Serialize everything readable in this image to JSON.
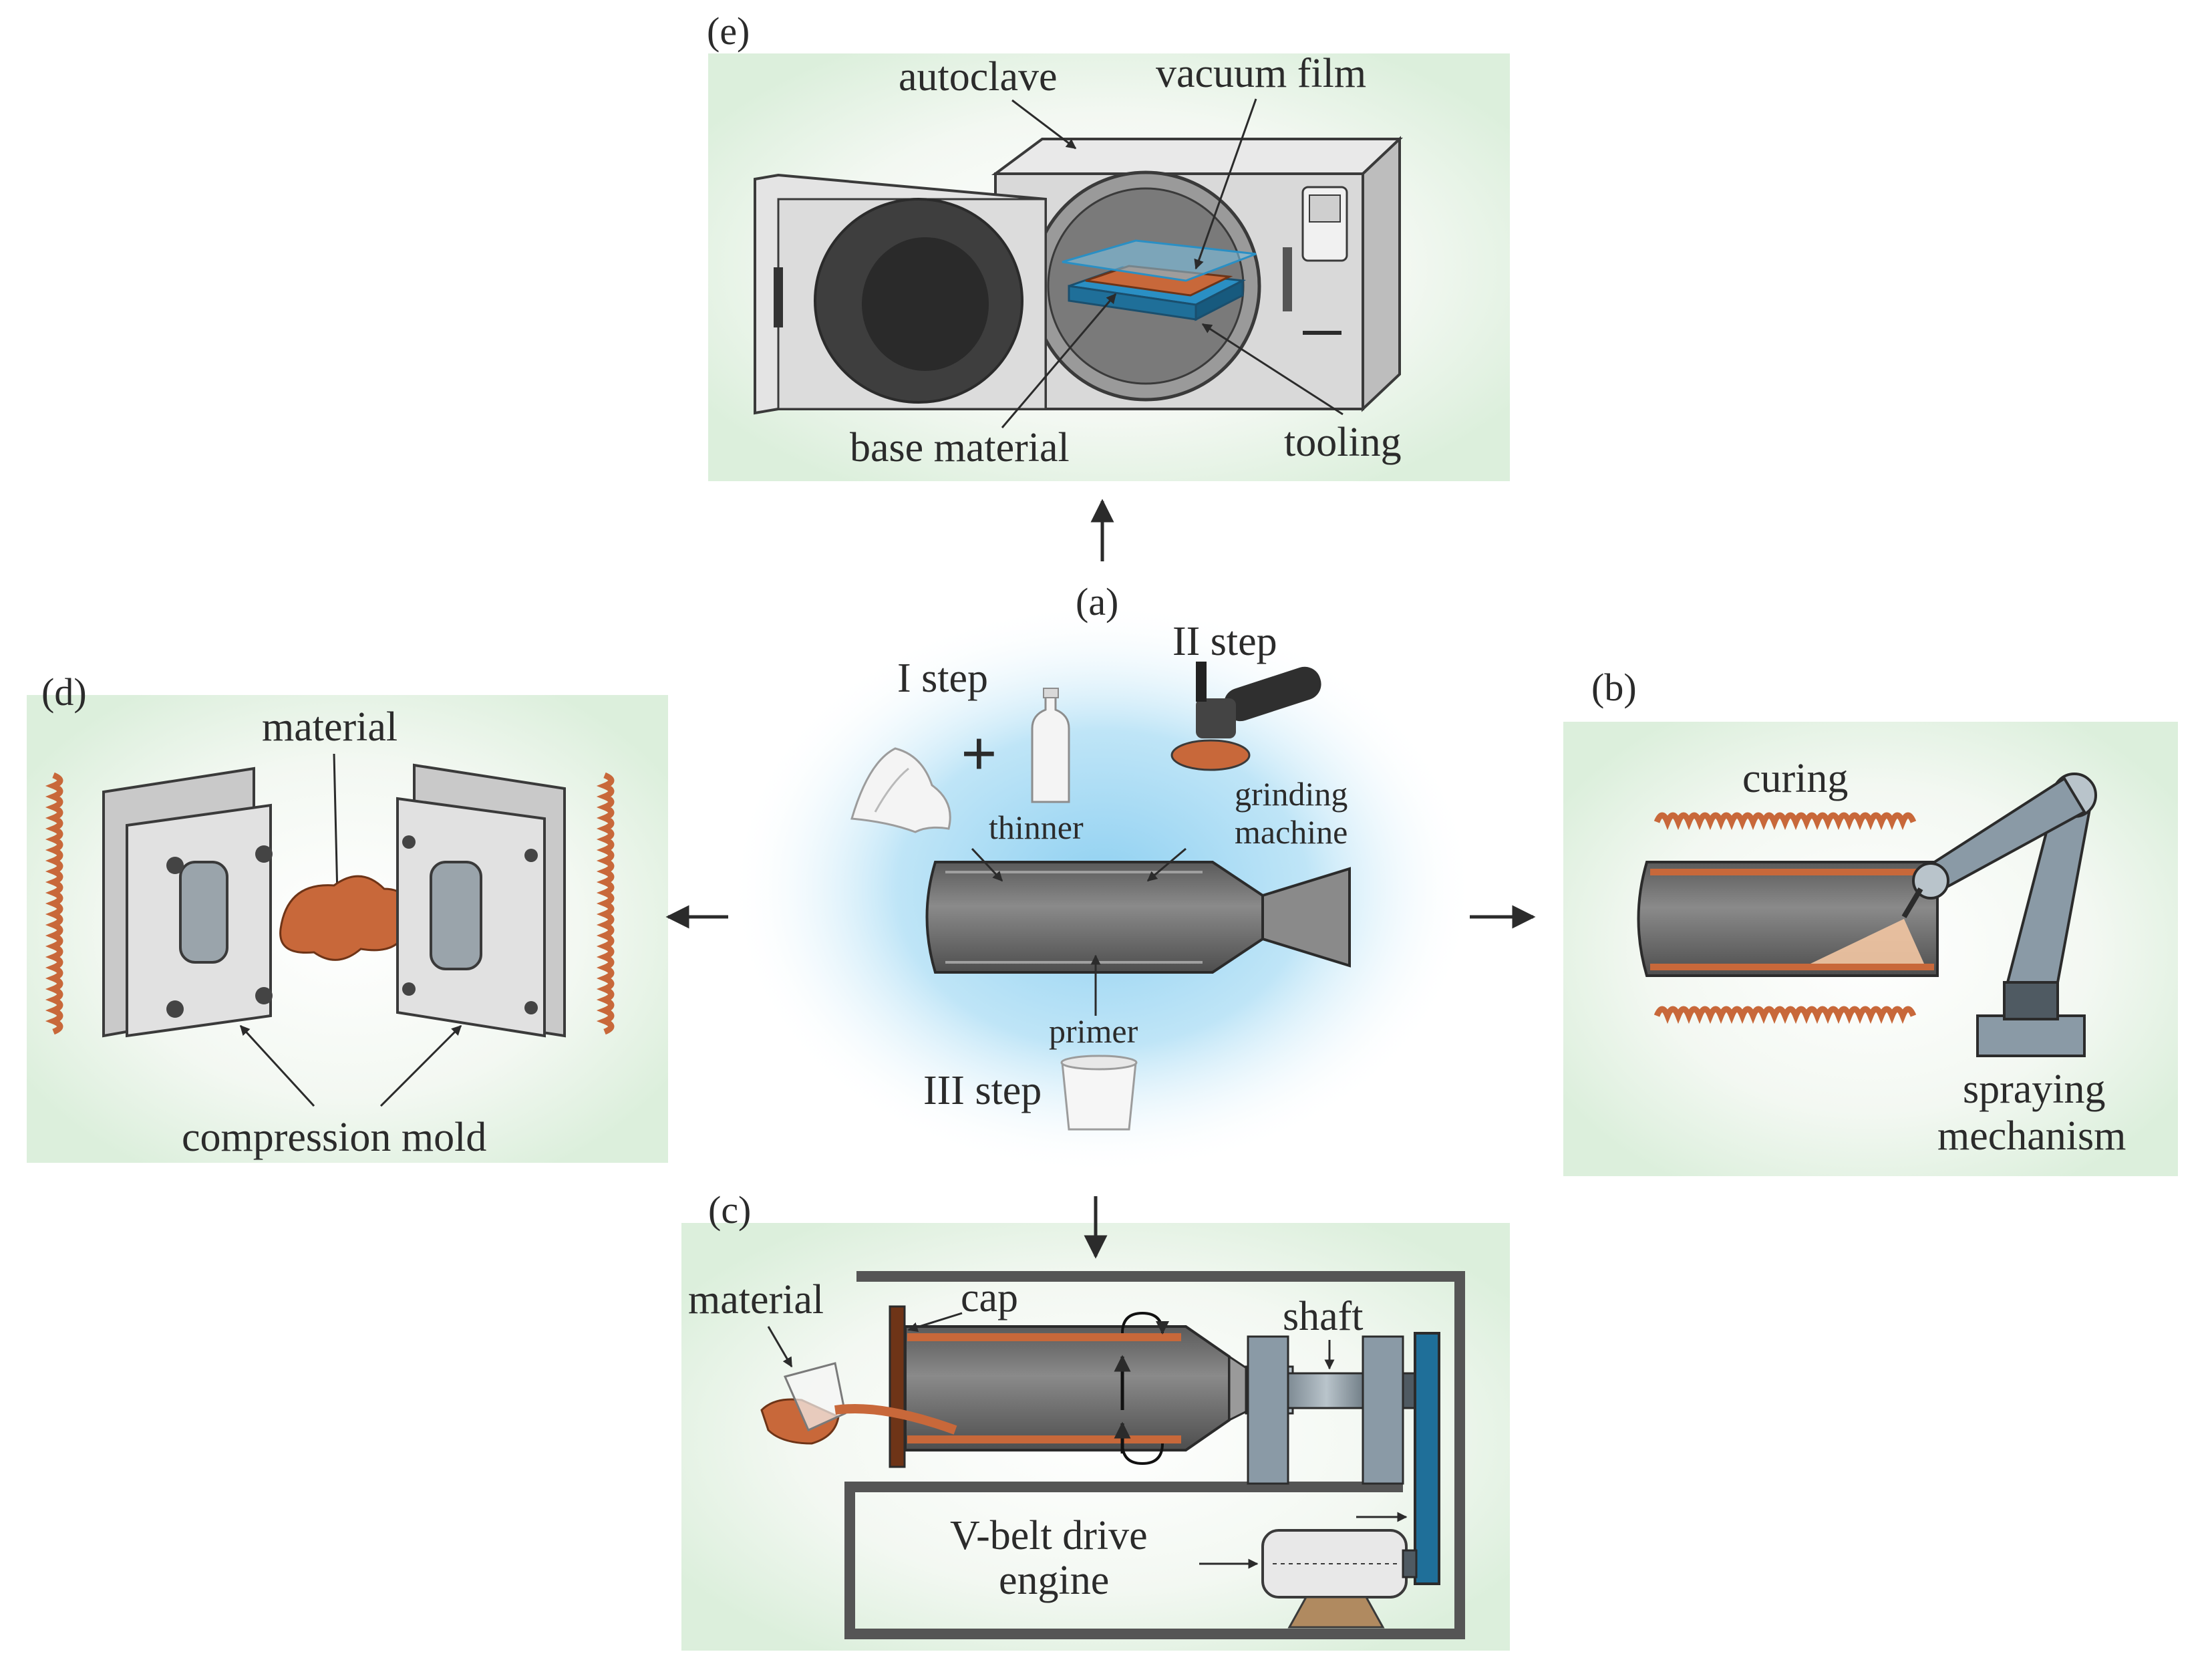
{
  "panels": {
    "a": {
      "label": "(a)",
      "step1": "I step",
      "step2": "II step",
      "step3": "III step",
      "plus": "+",
      "thinner": "thinner",
      "grinding_line1": "grinding",
      "grinding_line2": "machine",
      "primer": "primer"
    },
    "b": {
      "label": "(b)",
      "curing": "curing",
      "spraying_line1": "spraying",
      "spraying_line2": "mechanism"
    },
    "c": {
      "label": "(c)",
      "material": "material",
      "cap": "cap",
      "shaft": "shaft",
      "vbelt": "V-belt drive",
      "engine": "engine"
    },
    "d": {
      "label": "(d)",
      "material": "material",
      "compression_mold": "compression mold"
    },
    "e": {
      "label": "(e)",
      "autoclave": "autoclave",
      "vacuum_film": "vacuum film",
      "base_material": "base material",
      "tooling": "tooling"
    }
  },
  "colors": {
    "composite": "#c8683a",
    "tube": "#6e6e6e",
    "machine": "#d8d8d8",
    "steel": "#8a9aa6",
    "belt": "#1f6f99",
    "tooling": "#2a8fc4",
    "glow_blue": "#b9e3f7",
    "glow_green": "#e3f1e2"
  }
}
